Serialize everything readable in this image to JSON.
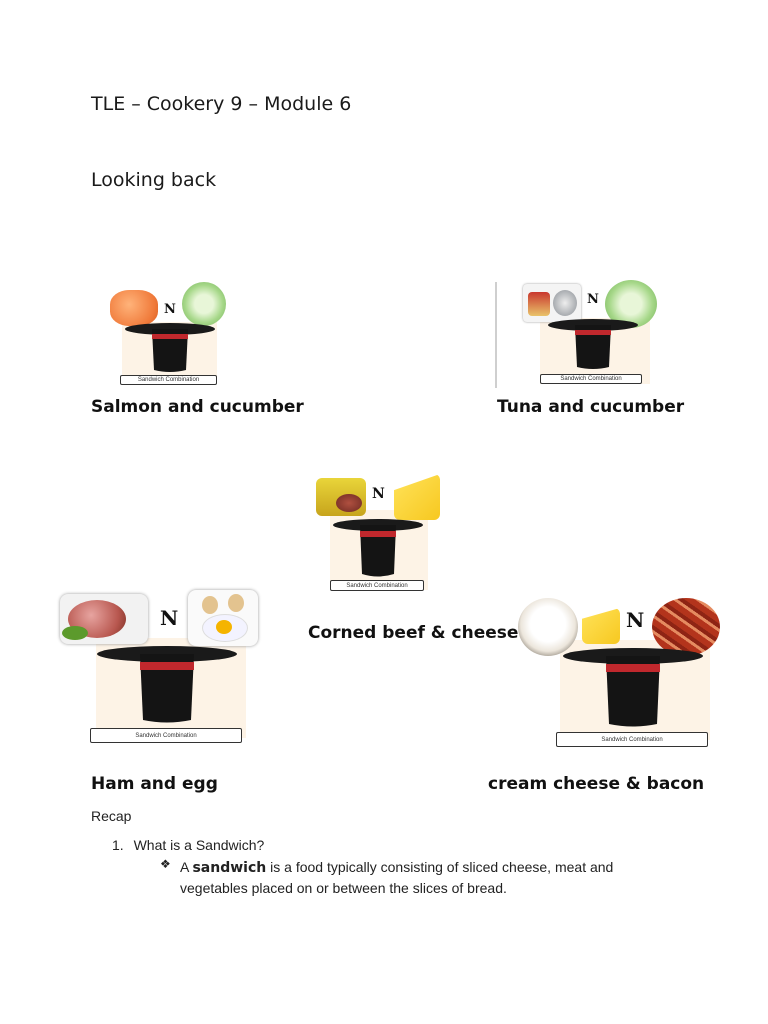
{
  "header": {
    "title": "TLE – Cookery 9 – Module 6",
    "section": "Looking back"
  },
  "combinations": [
    {
      "caption": "Salmon and cucumber",
      "label": "Sandwich Combination",
      "letter": "N"
    },
    {
      "caption": "Tuna and cucumber",
      "label": "Sandwich Combination",
      "letter": "N"
    },
    {
      "caption": "Corned beef & cheese",
      "label": "Sandwich Combination",
      "letter": "N"
    },
    {
      "caption": "Ham and egg",
      "label": "Sandwich Combination",
      "letter": "N"
    },
    {
      "caption": "cream cheese & bacon",
      "label": "Sandwich Combination",
      "letter": "N"
    }
  ],
  "recap": {
    "heading": "Recap",
    "question_number": "1.",
    "question": "What is a Sandwich?",
    "bullet": "❖",
    "answer_lead": "A",
    "answer_term": "sandwich",
    "answer_rest": "is a food typically consisting of sliced cheese, meat and vegetables placed on or between the slices of bread."
  }
}
